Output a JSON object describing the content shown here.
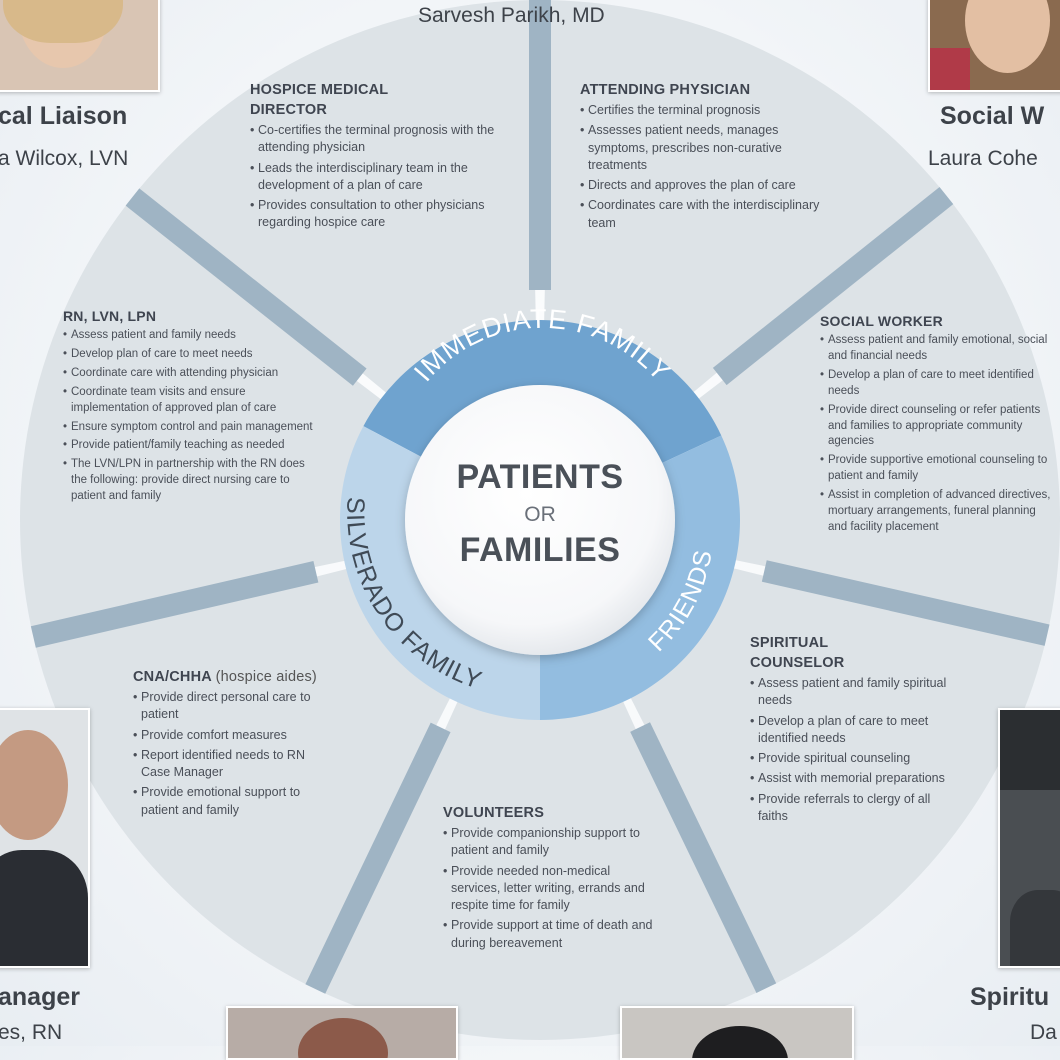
{
  "top_person": {
    "name": "Sarvesh Parikh, MD"
  },
  "people": {
    "liaison": {
      "role": "cal Liaison",
      "name": "a Wilcox, LVN"
    },
    "social": {
      "role": "Social W",
      "name": "Laura Cohe"
    },
    "case_manager": {
      "role": "anager",
      "name": "es, RN"
    },
    "spiritual": {
      "role": "Spiritu",
      "name": "Da"
    }
  },
  "sectors": {
    "hospice_medical_director": {
      "title_line1": "HOSPICE MEDICAL",
      "title_line2": "DIRECTOR",
      "items": [
        "Co-certifies the terminal prognosis with the attending physician",
        "Leads the interdisciplinary team in the development of a plan of care",
        "Provides consultation to other physicians regarding hospice care"
      ]
    },
    "attending_physician": {
      "title": "ATTENDING PHYSICIAN",
      "items": [
        "Certifies the terminal prognosis",
        "Assesses patient needs, manages symptoms, prescribes non-curative treatments",
        "Directs and approves the plan of care",
        "Coordinates care with the interdisciplinary team"
      ]
    },
    "rn_lvn_lpn": {
      "title": "RN, LVN, LPN",
      "items": [
        "Assess patient and family needs",
        "Develop plan of care to meet needs",
        "Coordinate care with attending physician",
        "Coordinate team visits and ensure implementation of approved plan of care",
        "Ensure symptom control and pain management",
        "Provide patient/family teaching as needed",
        "The LVN/LPN in partnership with the RN does the following: provide direct nursing care to patient and family"
      ]
    },
    "social_worker": {
      "title": "SOCIAL WORKER",
      "items": [
        "Assess patient and family emotional, social and financial needs",
        "Develop a plan of care to meet identified needs",
        "Provide direct counseling or refer patients and families to appropriate community agencies",
        "Provide supportive emotional counseling to patient and family",
        "Assist in completion of advanced directives, mortuary arrangements, funeral planning and facility placement"
      ]
    },
    "cna_chha": {
      "title": "CNA/CHHA",
      "subtitle": "(hospice aides)",
      "items": [
        "Provide direct personal care to patient",
        "Provide comfort measures",
        "Report identified needs to RN Case Manager",
        "Provide emotional support to patient and family"
      ]
    },
    "spiritual_counselor": {
      "title_line1": "SPIRITUAL",
      "title_line2": "COUNSELOR",
      "items": [
        "Assess patient and family spiritual needs",
        "Develop a plan of care to meet identified needs",
        "Provide spiritual counseling",
        "Assist with memorial preparations",
        "Provide referrals to clergy of all faiths"
      ]
    },
    "volunteers": {
      "title": "VOLUNTEERS",
      "items": [
        "Provide companionship support to patient and family",
        "Provide needed non-medical services, letter writing, errands and respite time for family",
        "Provide support at time of death and during bereavement"
      ]
    }
  },
  "ring": {
    "immediate_family": "IMMEDIATE FAMILY",
    "silverado_family": "SILVERADO FAMILY",
    "friends": "FRIENDS"
  },
  "center": {
    "line1": "PATIENTS",
    "line2": "OR",
    "line3": "FAMILIES"
  },
  "colors": {
    "sector_fill": "#dde3e7",
    "divider": "#9fb4c4",
    "immediate_family": "#6fa3cf",
    "friends": "#93bde0",
    "silverado_family": "#bcd5ea"
  }
}
